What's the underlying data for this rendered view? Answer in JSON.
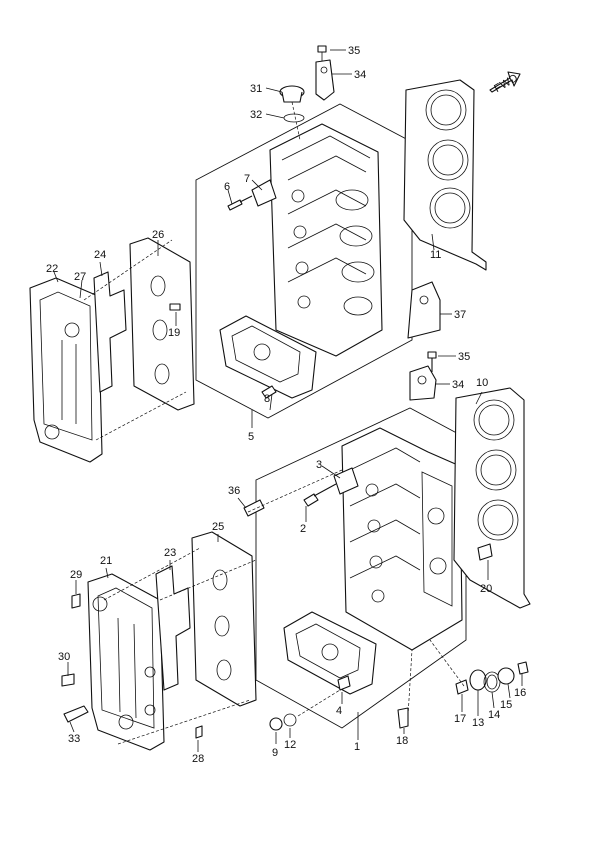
{
  "fwd_label": "FWD",
  "callouts": {
    "c1": "1",
    "c2": "2",
    "c3": "3",
    "c4": "4",
    "c5": "5",
    "c6": "6",
    "c7": "7",
    "c8": "8",
    "c9": "9",
    "c10": "10",
    "c11": "11",
    "c12": "12",
    "c13": "13",
    "c14": "14",
    "c15": "15",
    "c16": "16",
    "c17": "17",
    "c18": "18",
    "c19": "19",
    "c20": "20",
    "c21": "21",
    "c22": "22",
    "c23": "23",
    "c24": "24",
    "c25": "25",
    "c26": "26",
    "c27": "27",
    "c28": "28",
    "c29": "29",
    "c30": "30",
    "c31": "31",
    "c32": "32",
    "c33": "33",
    "c34": "34",
    "c34b": "34",
    "c35": "35",
    "c35b": "35",
    "c36": "36",
    "c37": "37"
  }
}
